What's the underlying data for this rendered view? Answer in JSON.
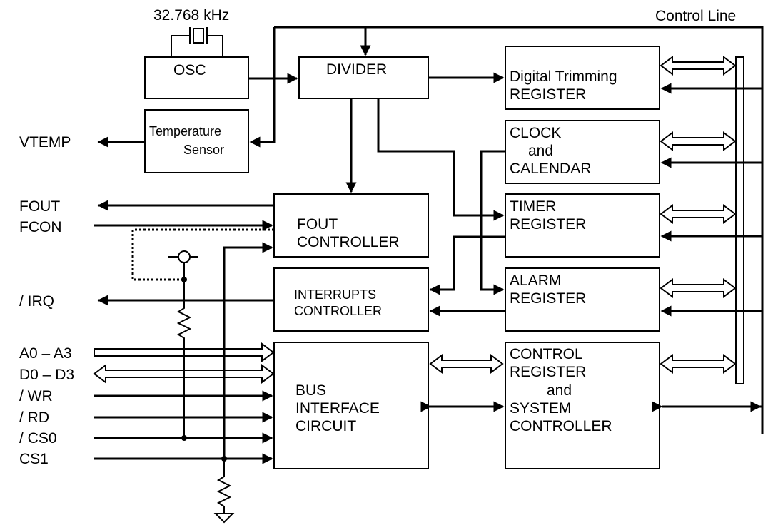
{
  "crystal": {
    "frequency": "32.768 kHz"
  },
  "control_line": {
    "label": "Control Line"
  },
  "blocks": {
    "osc": "OSC",
    "temp_sensor": [
      "Temperature",
      "Sensor"
    ],
    "divider": "DIVIDER",
    "digital_trimming": [
      "Digital Trimming",
      "REGISTER"
    ],
    "clock_calendar": [
      "CLOCK",
      "and",
      "CALENDAR"
    ],
    "timer": [
      "TIMER",
      "REGISTER"
    ],
    "alarm": [
      "ALARM",
      "REGISTER"
    ],
    "fout_controller": [
      "FOUT",
      "CONTROLLER"
    ],
    "interrupts_controller": [
      "INTERRUPTS",
      "CONTROLLER"
    ],
    "bus_interface": [
      "BUS",
      "INTERFACE",
      "CIRCUIT"
    ],
    "control_register": [
      "CONTROL",
      "REGISTER",
      "and",
      "SYSTEM",
      "CONTROLLER"
    ]
  },
  "pins": {
    "vtemp": "VTEMP",
    "fout": "FOUT",
    "fcon": "FCON",
    "irq": "/ IRQ",
    "a0_a3": "A0 – A3",
    "d0_d3": "D0 – D3",
    "wr": "/ WR",
    "rd": "/ RD",
    "cs0": "/ CS0",
    "cs1": "CS1"
  }
}
